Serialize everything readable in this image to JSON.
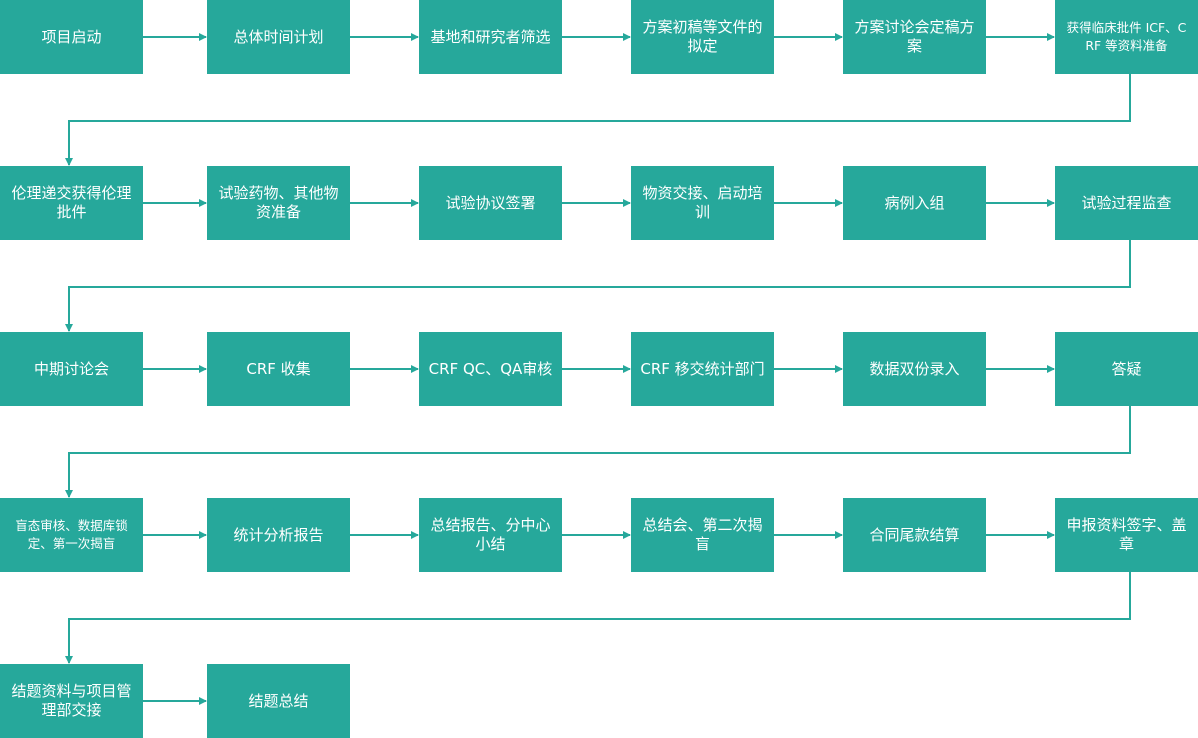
{
  "flow": {
    "accent_color": "#26a89b",
    "text_color": "#ffffff",
    "rows": [
      {
        "row_name": "row-1",
        "steps": [
          {
            "name": "step-project-kickoff",
            "label": "项目启动"
          },
          {
            "name": "step-overall-timeline",
            "label": "总体时间计划"
          },
          {
            "name": "step-site-investigator-screening",
            "label": "基地和研究者筛选"
          },
          {
            "name": "step-protocol-draft",
            "label": "方案初稿等文件的拟定"
          },
          {
            "name": "step-protocol-discussion-final",
            "label": "方案讨论会定稿方案"
          },
          {
            "name": "step-obtain-clinical-approval-icf-crf",
            "label": "获得临床批件 ICF、CRF 等资料准备",
            "small": true
          }
        ]
      },
      {
        "row_name": "row-2",
        "steps": [
          {
            "name": "step-ethics-submission-approval",
            "label": "伦理递交获得伦理批件"
          },
          {
            "name": "step-drug-materials-prep",
            "label": "试验药物、其他物资准备"
          },
          {
            "name": "step-agreement-signing",
            "label": "试验协议签署"
          },
          {
            "name": "step-materials-handover-training",
            "label": "物资交接、启动培训"
          },
          {
            "name": "step-case-enrollment",
            "label": "病例入组"
          },
          {
            "name": "step-trial-monitoring",
            "label": "试验过程监查"
          }
        ]
      },
      {
        "row_name": "row-3",
        "steps": [
          {
            "name": "step-interim-meeting",
            "label": "中期讨论会"
          },
          {
            "name": "step-crf-collection",
            "label": "CRF 收集"
          },
          {
            "name": "step-crf-qc-qa-review",
            "label": "CRF QC、QA审核"
          },
          {
            "name": "step-crf-transfer-stats",
            "label": "CRF 移交统计部门"
          },
          {
            "name": "step-double-data-entry",
            "label": "数据双份录入"
          },
          {
            "name": "step-query-resolution",
            "label": "答疑"
          }
        ]
      },
      {
        "row_name": "row-4",
        "steps": [
          {
            "name": "step-blind-review-db-lock",
            "label": "盲态审核、数据库锁定、第一次揭盲",
            "small": true
          },
          {
            "name": "step-statistical-report",
            "label": "统计分析报告"
          },
          {
            "name": "step-summary-report",
            "label": "总结报告、分中心小结"
          },
          {
            "name": "step-summary-meeting-unblinding",
            "label": "总结会、第二次揭盲"
          },
          {
            "name": "step-contract-final-payment",
            "label": "合同尾款结算"
          },
          {
            "name": "step-submission-sign-seal",
            "label": "申报资料签字、盖章"
          }
        ]
      },
      {
        "row_name": "row-5",
        "steps": [
          {
            "name": "step-closing-docs-handover",
            "label": "结题资料与项目管理部交接"
          },
          {
            "name": "step-closing-summary",
            "label": "结题总结"
          }
        ]
      }
    ]
  }
}
